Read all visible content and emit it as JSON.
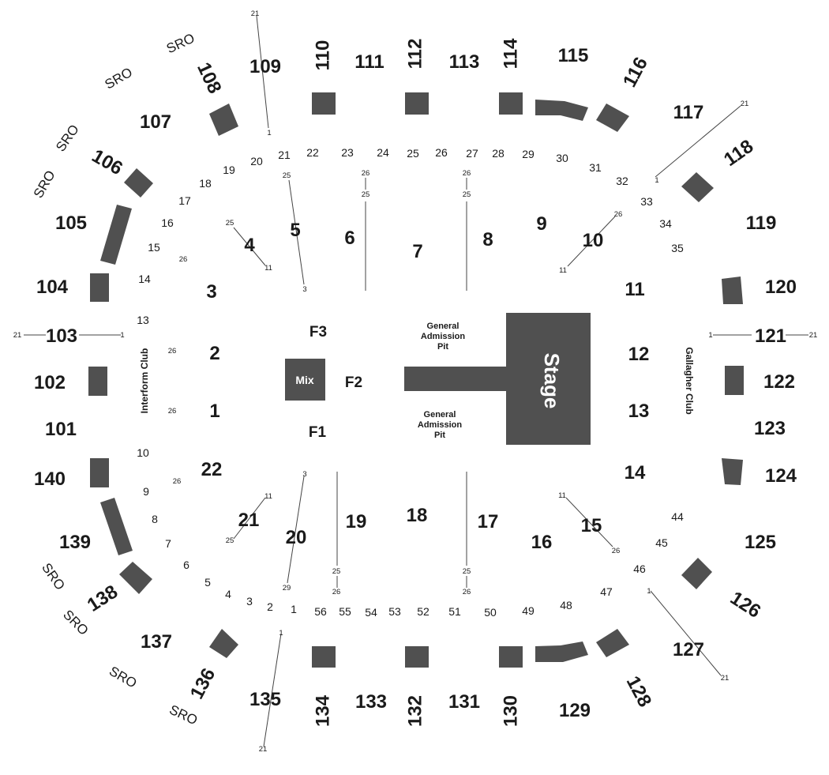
{
  "map": {
    "stage_label": "Stage",
    "mix_label": "Mix",
    "ga_pit_upper": [
      "General",
      "Admission",
      "Pit"
    ],
    "ga_pit_lower": [
      "General",
      "Admission",
      "Pit"
    ],
    "club_left": "Interform Club",
    "club_right": "Gallagher Club",
    "floor_sections": [
      "F1",
      "F2",
      "F3"
    ],
    "sro_label": "SRO",
    "upper_sections": [
      "101",
      "102",
      "103",
      "104",
      "105",
      "106",
      "107",
      "108",
      "109",
      "110",
      "111",
      "112",
      "113",
      "114",
      "115",
      "116",
      "117",
      "118",
      "119",
      "120",
      "121",
      "122",
      "123",
      "124",
      "125",
      "126",
      "127",
      "128",
      "129",
      "130",
      "131",
      "132",
      "133",
      "134",
      "135",
      "136",
      "137",
      "138",
      "139",
      "140"
    ],
    "lower_sections": [
      "1",
      "2",
      "3",
      "4",
      "5",
      "6",
      "7",
      "8",
      "9",
      "10",
      "11",
      "12",
      "13",
      "14",
      "15",
      "16",
      "17",
      "18",
      "19",
      "20",
      "21",
      "22"
    ],
    "top_box_numbers": [
      "13",
      "14",
      "15",
      "16",
      "17",
      "18",
      "19",
      "20",
      "21",
      "22",
      "23",
      "24",
      "25",
      "26",
      "27",
      "28",
      "29",
      "30",
      "31",
      "32",
      "33",
      "34",
      "35"
    ],
    "bottom_box_numbers": [
      "1",
      "2",
      "3",
      "4",
      "5",
      "6",
      "7",
      "8",
      "9",
      "10",
      "47",
      "48",
      "49",
      "50",
      "51",
      "52",
      "53",
      "54",
      "55",
      "56",
      "44",
      "45",
      "46"
    ],
    "row_markers": [
      "1",
      "3",
      "11",
      "21",
      "25",
      "26",
      "29"
    ]
  }
}
